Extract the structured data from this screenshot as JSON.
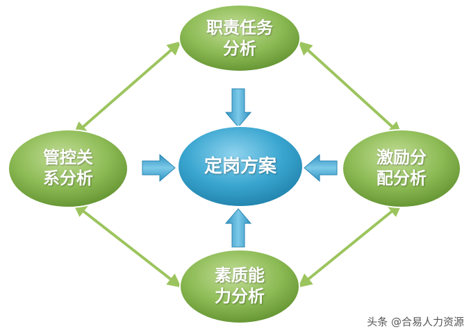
{
  "diagram": {
    "center": {
      "label": "定岗方案"
    },
    "top": {
      "line1": "职责任务",
      "line2": "分析"
    },
    "left": {
      "line1": "管控关",
      "line2": "系分析"
    },
    "right": {
      "line1": "激励分",
      "line2": "配分析"
    },
    "bottom": {
      "line1": "素质能",
      "line2": "力分析"
    }
  },
  "watermark": {
    "text": "头条 @合易人力资源"
  },
  "colors": {
    "outer_node": "#8dbb55",
    "outer_node_dark": "#5f8f2e",
    "center_node": "#3aa6d0",
    "center_node_dark": "#1e7fa8",
    "inward_arrow": "#46a9d4",
    "edge_arrow": "#9cc45e"
  }
}
